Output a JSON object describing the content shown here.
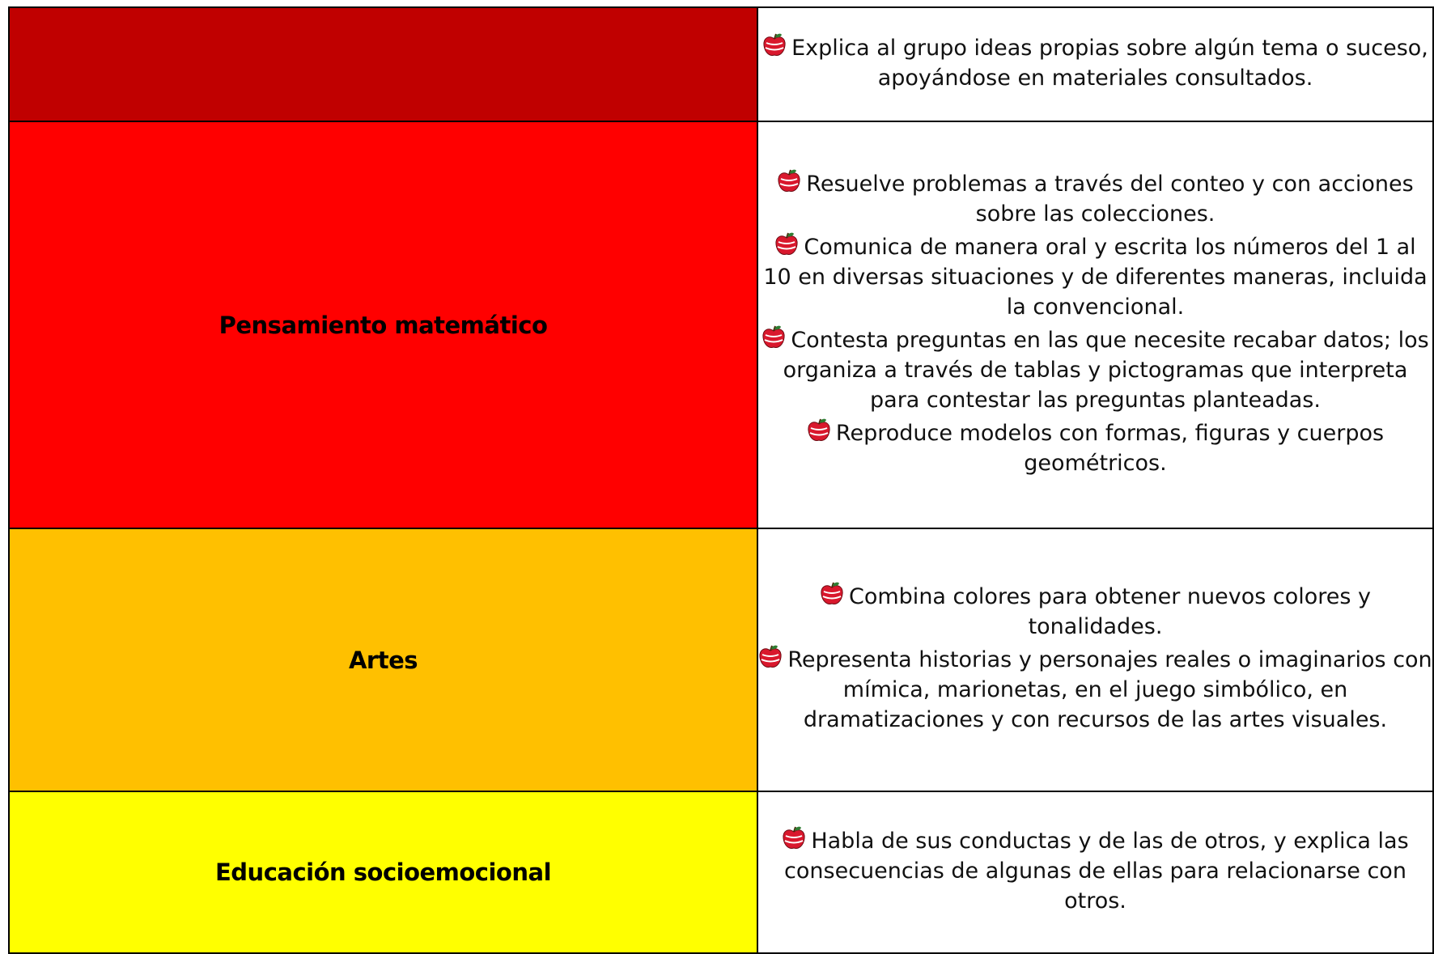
{
  "rows": [
    {
      "area": "",
      "color": "#c00000",
      "items": [
        "Explica al grupo ideas propias sobre algún tema o suceso, apoyándose en materiales consultados."
      ]
    },
    {
      "area": "Pensamiento matemático",
      "color": "#ff0000",
      "items": [
        "Resuelve problemas a través del conteo y con acciones sobre las colecciones.",
        "Comunica de manera oral y escrita los números del 1 al 10 en diversas situaciones y de diferentes maneras, incluida la convencional.",
        "Contesta preguntas en las que necesite recabar datos; los organiza a través de tablas y pictogramas que interpreta para contestar las preguntas planteadas.",
        "Reproduce modelos con formas, figuras y cuerpos geométricos."
      ]
    },
    {
      "area": "Artes",
      "color": "#ffc000",
      "items": [
        "Combina colores para obtener nuevos colores y tonalidades.",
        "Representa historias y personajes reales o imaginarios con mímica, marionetas, en el juego simbólico, en dramatizaciones y con recursos de las artes visuales."
      ]
    },
    {
      "area": "Educación socioemocional",
      "color": "#ffff00",
      "items": [
        "Habla de sus conductas y de las de otros, y explica las consecuencias de algunas de ellas para relacionarse con otros."
      ]
    }
  ],
  "icons": {
    "bullet": "apple-icon",
    "apple_color": "#d9182d"
  },
  "border_color": "#000000"
}
